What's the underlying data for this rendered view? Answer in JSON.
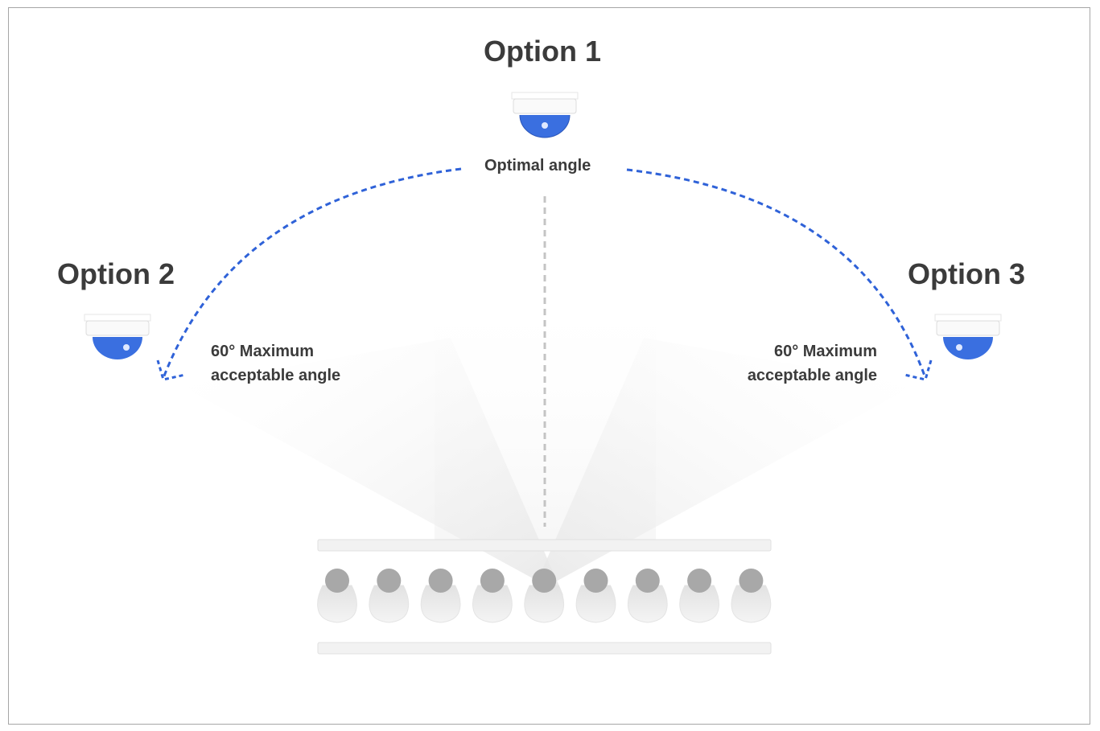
{
  "options": [
    {
      "title": "Option 1",
      "caption": "Optimal angle"
    },
    {
      "title": "Option 2",
      "caption_line1": "60° Maximum",
      "caption_line2": "acceptable angle"
    },
    {
      "title": "Option 3",
      "caption_line1": "60° Maximum",
      "caption_line2": "acceptable angle"
    }
  ],
  "colors": {
    "accent": "#2f62d8",
    "camera_dome": "#3a6fe0",
    "text": "#3b3b3b",
    "person": "#d6d6d6",
    "person_head": "#a8a8a8"
  },
  "people_count": 9
}
